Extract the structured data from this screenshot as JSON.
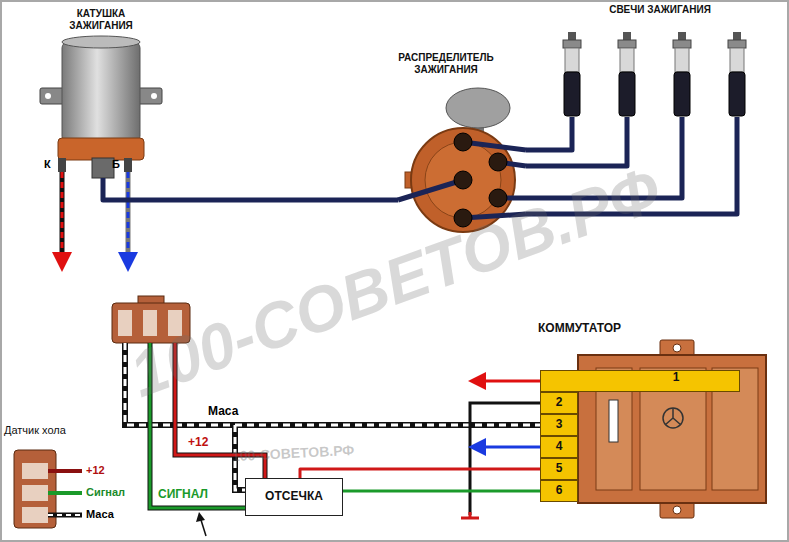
{
  "diagram": {
    "nodes": [
      {
        "text": [
          "КАТУШКА ЗАЖИГАНИЯ"
        ]
      },
      {
        "text": [
          "РАСПРЕДЕЛИТЕЛЬ ЗАЖИГАНИЯ"
        ]
      },
      {
        "text": [
          "СВЕЧИ ЗАЖИГАНИЯ"
        ]
      },
      {
        "text": [
          "КОММУТАТОР"
        ]
      },
      {
        "text": [
          "1"
        ],
        "in": 3
      },
      {
        "text": [
          "2"
        ],
        "in": 3
      },
      {
        "text": [
          "3"
        ],
        "in": 3
      },
      {
        "text": [
          "4"
        ],
        "in": 3
      },
      {
        "text": [
          "5"
        ],
        "in": 3
      },
      {
        "text": [
          "6"
        ],
        "in": 3
      },
      {
        "text": [
          "ОТСЕЧКА"
        ]
      },
      {
        "text": [
          "Датчик хола"
        ]
      }
    ],
    "edges": [
      {
        "from": 0,
        "to": 1,
        "arrow": "none"
      },
      {
        "from": 1,
        "to": 2,
        "arrow": "none"
      },
      {
        "from": 1,
        "to": 2,
        "arrow": "none"
      },
      {
        "from": 1,
        "to": 2,
        "arrow": "none"
      },
      {
        "from": 1,
        "to": 2,
        "arrow": "none"
      },
      {
        "from": 9,
        "to": 10,
        "arrow": "none"
      },
      {
        "from": 8,
        "to": 10,
        "arrow": "none"
      }
    ],
    "labels": [
      "К",
      "Б",
      "Маса",
      "+12",
      "СИГНАЛ",
      "+12",
      "Сигнал",
      "Маса",
      "100-СОВЕТОВ.РФ",
      "100-СОВЕТОВ.РФ"
    ]
  }
}
